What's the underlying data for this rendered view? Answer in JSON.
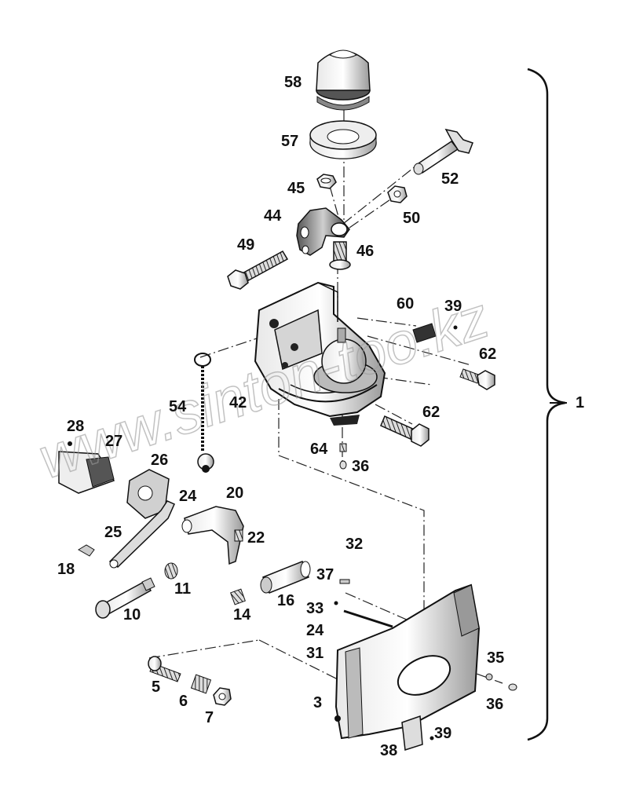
{
  "watermark": "www.sinton-too.kz",
  "bracket_label": "1",
  "callouts": [
    {
      "id": "58",
      "text": "58"
    },
    {
      "id": "57",
      "text": "57"
    },
    {
      "id": "52",
      "text": "52"
    },
    {
      "id": "45",
      "text": "45"
    },
    {
      "id": "44",
      "text": "44"
    },
    {
      "id": "50",
      "text": "50"
    },
    {
      "id": "49",
      "text": "49"
    },
    {
      "id": "46",
      "text": "46"
    },
    {
      "id": "60",
      "text": "60"
    },
    {
      "id": "39a",
      "text": "39"
    },
    {
      "id": "62a",
      "text": "62"
    },
    {
      "id": "54",
      "text": "54"
    },
    {
      "id": "42",
      "text": "42"
    },
    {
      "id": "62b",
      "text": "62"
    },
    {
      "id": "28",
      "text": "28"
    },
    {
      "id": "27",
      "text": "27"
    },
    {
      "id": "26",
      "text": "26"
    },
    {
      "id": "64",
      "text": "64"
    },
    {
      "id": "36a",
      "text": "36"
    },
    {
      "id": "24a",
      "text": "24"
    },
    {
      "id": "20",
      "text": "20"
    },
    {
      "id": "25",
      "text": "25"
    },
    {
      "id": "22",
      "text": "22"
    },
    {
      "id": "32",
      "text": "32"
    },
    {
      "id": "18",
      "text": "18"
    },
    {
      "id": "11",
      "text": "11"
    },
    {
      "id": "37",
      "text": "37"
    },
    {
      "id": "10",
      "text": "10"
    },
    {
      "id": "14",
      "text": "14"
    },
    {
      "id": "16",
      "text": "16"
    },
    {
      "id": "33",
      "text": "33"
    },
    {
      "id": "24b",
      "text": "24"
    },
    {
      "id": "31",
      "text": "31"
    },
    {
      "id": "35",
      "text": "35"
    },
    {
      "id": "5",
      "text": "5"
    },
    {
      "id": "6",
      "text": "6"
    },
    {
      "id": "7",
      "text": "7"
    },
    {
      "id": "3",
      "text": "3"
    },
    {
      "id": "36b",
      "text": "36"
    },
    {
      "id": "39b",
      "text": "39"
    },
    {
      "id": "38",
      "text": "38"
    }
  ]
}
